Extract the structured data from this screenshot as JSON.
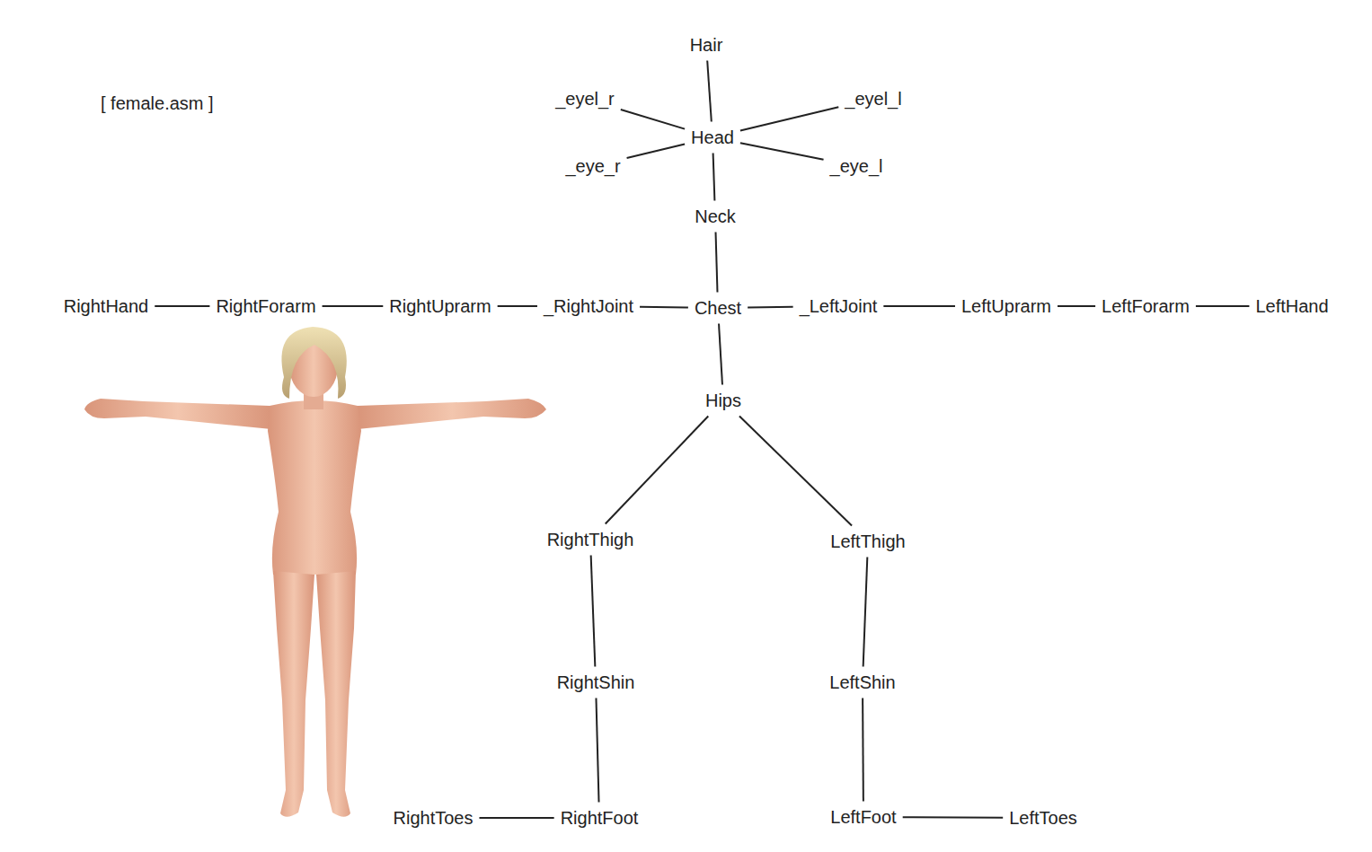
{
  "diagram": {
    "title": "[ female.asm ]",
    "nodes": [
      {
        "text": [
          "Hair"
        ]
      },
      {
        "text": [
          "_eyel_r"
        ]
      },
      {
        "text": [
          "_eyel_l"
        ]
      },
      {
        "text": [
          "Head"
        ]
      },
      {
        "text": [
          "_eye_r"
        ]
      },
      {
        "text": [
          "_eye_l"
        ]
      },
      {
        "text": [
          "Neck"
        ]
      },
      {
        "text": [
          "RightHand"
        ]
      },
      {
        "text": [
          "RightForarm"
        ]
      },
      {
        "text": [
          "RightUprarm"
        ]
      },
      {
        "text": [
          "_RightJoint"
        ]
      },
      {
        "text": [
          "Chest"
        ]
      },
      {
        "text": [
          "_LeftJoint"
        ]
      },
      {
        "text": [
          "LeftUprarm"
        ]
      },
      {
        "text": [
          "LeftForarm"
        ]
      },
      {
        "text": [
          "LeftHand"
        ]
      },
      {
        "text": [
          "Hips"
        ]
      },
      {
        "text": [
          "RightThigh"
        ]
      },
      {
        "text": [
          "LeftThigh"
        ]
      },
      {
        "text": [
          "RightShin"
        ]
      },
      {
        "text": [
          "LeftShin"
        ]
      },
      {
        "text": [
          "RightToes"
        ]
      },
      {
        "text": [
          "RightFoot"
        ]
      },
      {
        "text": [
          "LeftFoot"
        ]
      },
      {
        "text": [
          "LeftToes"
        ]
      }
    ],
    "edges": [
      {
        "from": 3,
        "to": 0,
        "arrow": "none"
      },
      {
        "from": 3,
        "to": 1,
        "arrow": "none"
      },
      {
        "from": 3,
        "to": 2,
        "arrow": "none"
      },
      {
        "from": 3,
        "to": 4,
        "arrow": "none"
      },
      {
        "from": 3,
        "to": 5,
        "arrow": "none"
      },
      {
        "from": 6,
        "to": 3,
        "arrow": "none"
      },
      {
        "from": 11,
        "to": 6,
        "arrow": "none"
      },
      {
        "from": 11,
        "to": 10,
        "arrow": "none"
      },
      {
        "from": 10,
        "to": 9,
        "arrow": "none"
      },
      {
        "from": 9,
        "to": 8,
        "arrow": "none"
      },
      {
        "from": 8,
        "to": 7,
        "arrow": "none"
      },
      {
        "from": 11,
        "to": 12,
        "arrow": "none"
      },
      {
        "from": 12,
        "to": 13,
        "arrow": "none"
      },
      {
        "from": 13,
        "to": 14,
        "arrow": "none"
      },
      {
        "from": 14,
        "to": 15,
        "arrow": "none"
      },
      {
        "from": 11,
        "to": 16,
        "arrow": "none"
      },
      {
        "from": 16,
        "to": 17,
        "arrow": "none"
      },
      {
        "from": 16,
        "to": 18,
        "arrow": "none"
      },
      {
        "from": 17,
        "to": 19,
        "arrow": "none"
      },
      {
        "from": 18,
        "to": 20,
        "arrow": "none"
      },
      {
        "from": 19,
        "to": 22,
        "arrow": "none"
      },
      {
        "from": 22,
        "to": 21,
        "arrow": "none"
      },
      {
        "from": 20,
        "to": 23,
        "arrow": "none"
      },
      {
        "from": 23,
        "to": 24,
        "arrow": "none"
      }
    ]
  }
}
